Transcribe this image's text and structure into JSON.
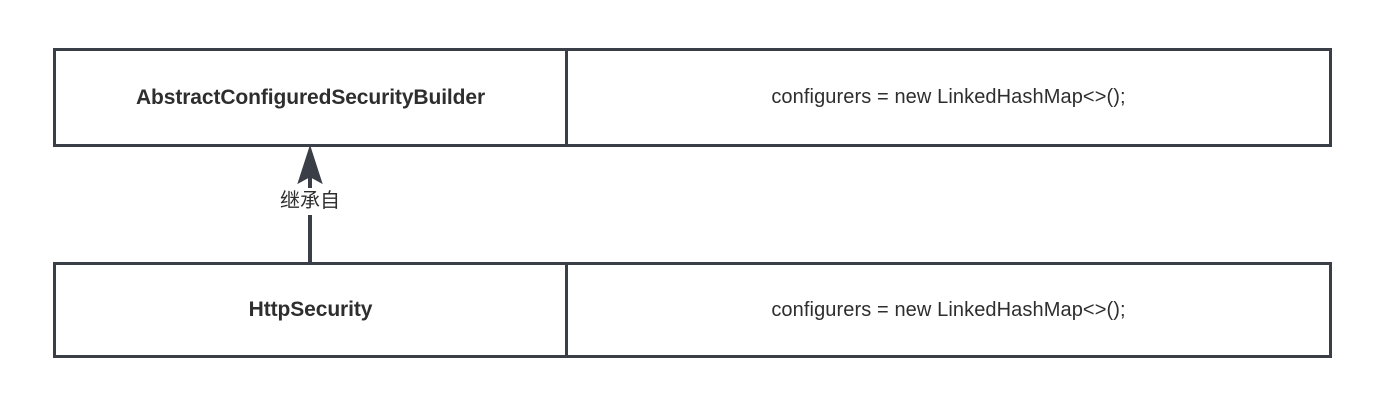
{
  "diagram": {
    "type": "uml-class-inheritance",
    "background_color": "#ffffff",
    "line_color": "#3a3f47",
    "text_color": "#2e2e2e",
    "classes": [
      {
        "id": "parent",
        "name": "AbstractConfiguredSecurityBuilder",
        "member": "configurers = new LinkedHashMap<>();"
      },
      {
        "id": "child",
        "name": "HttpSecurity",
        "member": "configurers = new LinkedHashMap<>();"
      }
    ],
    "relationship": {
      "kind": "generalization",
      "label": "继承自",
      "from": "HttpSecurity",
      "to": "AbstractConfiguredSecurityBuilder",
      "arrow": "solid-triangle-up"
    }
  }
}
